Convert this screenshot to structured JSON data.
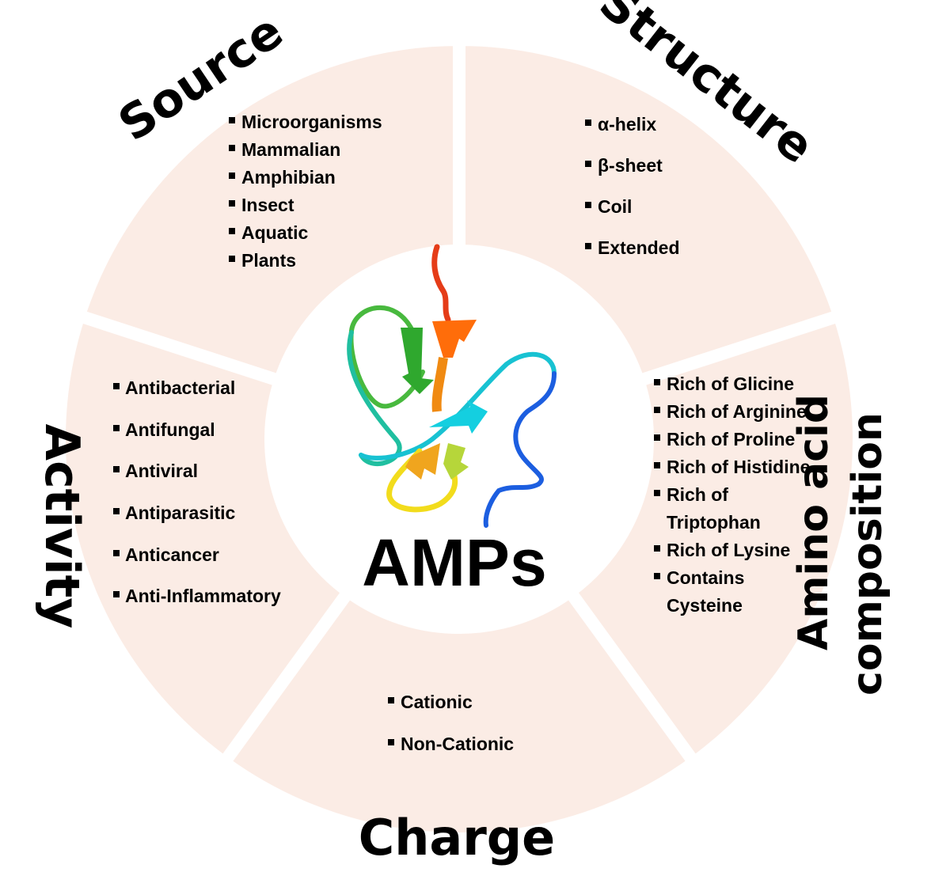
{
  "center": {
    "label": "AMPs"
  },
  "segments": {
    "source": {
      "title": "Source",
      "items": [
        "Microorganisms",
        "Mammalian",
        "Amphibian",
        "Insect",
        "Aquatic",
        "Plants"
      ]
    },
    "structure": {
      "title": "Structure",
      "items": [
        "α-helix",
        "β-sheet",
        "Coil",
        "Extended"
      ]
    },
    "amino_acid": {
      "title_line1": "Amino acid",
      "title_line2": "composition",
      "items": [
        "Rich of Glicine",
        "Rich of Arginine",
        "Rich of Proline",
        "Rich of Histidine",
        "Rich of",
        "Triptophan",
        "Rich of Lysine",
        "Contains",
        "Cysteine"
      ]
    },
    "charge": {
      "title": "Charge",
      "items": [
        "Cationic",
        "Non-Cationic"
      ]
    },
    "activity": {
      "title": "Activity",
      "items": [
        "Antibacterial",
        "Antifungal",
        "Antiviral",
        "Antiparasitic",
        "Anticancer",
        "Anti-Inflammatory"
      ]
    }
  },
  "colors": {
    "segment_fill": "#fbece5",
    "background": "#ffffff",
    "text": "#000000"
  }
}
